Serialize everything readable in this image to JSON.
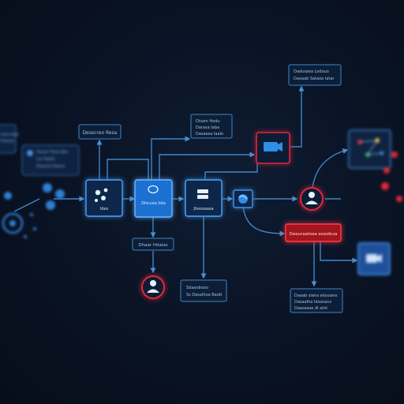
{
  "colors": {
    "background": "#0a1426",
    "line": "#3f86c8",
    "node_blue": "#1f6fd1",
    "node_blue_border": "#4aa3ff",
    "node_dark": "#0d1e36",
    "alert_red": "#e0283a",
    "label_text": "#9cc4ea"
  },
  "nodes": {
    "input_node": {
      "label": "Ides",
      "icon": "molecule-icon"
    },
    "process_node": {
      "label": "Discusa Iota",
      "icon": "chat-icon"
    },
    "data_node": {
      "label": "Jhoosaasa",
      "icon": "server-icon"
    },
    "switch_node": {
      "icon": "globe-icon"
    },
    "monitor_node": {
      "icon": "monitor-icon"
    },
    "camera_node": {
      "icon": "camera-icon"
    },
    "network_node": {
      "icon": "network-icon"
    },
    "user_top": {
      "icon": "user-icon"
    },
    "user_bottom": {
      "icon": "user-icon"
    }
  },
  "labels": {
    "top_left_tag": "Desscreo Resa",
    "top_center_box": [
      "Disam Hodu",
      "Darasa Iaba",
      "Dasaesa Iaalo"
    ],
    "top_right_box": [
      "Dadusaoa Lodauo",
      "Daoaab Sataoa Iatar"
    ],
    "left_card_top": [
      "Lhos Idoe",
      "Dasoso"
    ],
    "left_card_main": [
      "Dasan Fosa bbe",
      "Lio Faddo",
      "Dasane Dasuo"
    ],
    "below_input_tag": "Dhaar Hdaias",
    "bottom_center_box": [
      "Sdaaobooo",
      "Ss Dasalhoa Badd"
    ],
    "alert_box": "Deeuraaloaa eoaobua",
    "bottom_right_box": [
      "Daaab siwra elosoans",
      "Dasaalha Idsooans",
      "Daaseaas dl alrd"
    ]
  }
}
